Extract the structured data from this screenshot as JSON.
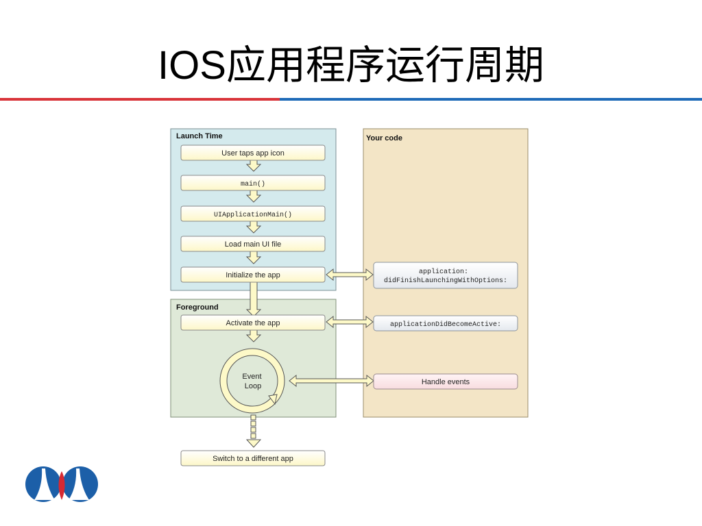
{
  "slide": {
    "title": "IOS应用程序运行周期"
  },
  "diagram": {
    "launch_panel": {
      "label": "Launch Time",
      "steps": [
        "User taps app icon",
        "main()",
        "UIApplicationMain()",
        "Load main UI file",
        "Initialize the app"
      ]
    },
    "foreground_panel": {
      "label": "Foreground",
      "activate": "Activate the app",
      "event_loop": [
        "Event",
        "Loop"
      ]
    },
    "switch_box": "Switch to a different app",
    "code_panel": {
      "label": "Your code",
      "did_finish": [
        "application:",
        "didFinishLaunchingWithOptions:"
      ],
      "did_become_active": "applicationDidBecomeActive:",
      "handle_events": "Handle events"
    }
  },
  "colors": {
    "launch_panel": "#d4eaed",
    "foreground_panel": "#dfe9d8",
    "code_panel": "#f3e5c6",
    "step_box": "#fefbd5",
    "code_box": "#eef0f3",
    "handle_box": "#fae3e6",
    "arrow_fill": "#fdf9c8",
    "title_rule_red": "#d9343a",
    "title_rule_blue": "#1e6bb8",
    "logo_blue": "#1c5fa8",
    "logo_red": "#d72a32"
  },
  "icons": {
    "logo": "institution-logo-icon"
  }
}
